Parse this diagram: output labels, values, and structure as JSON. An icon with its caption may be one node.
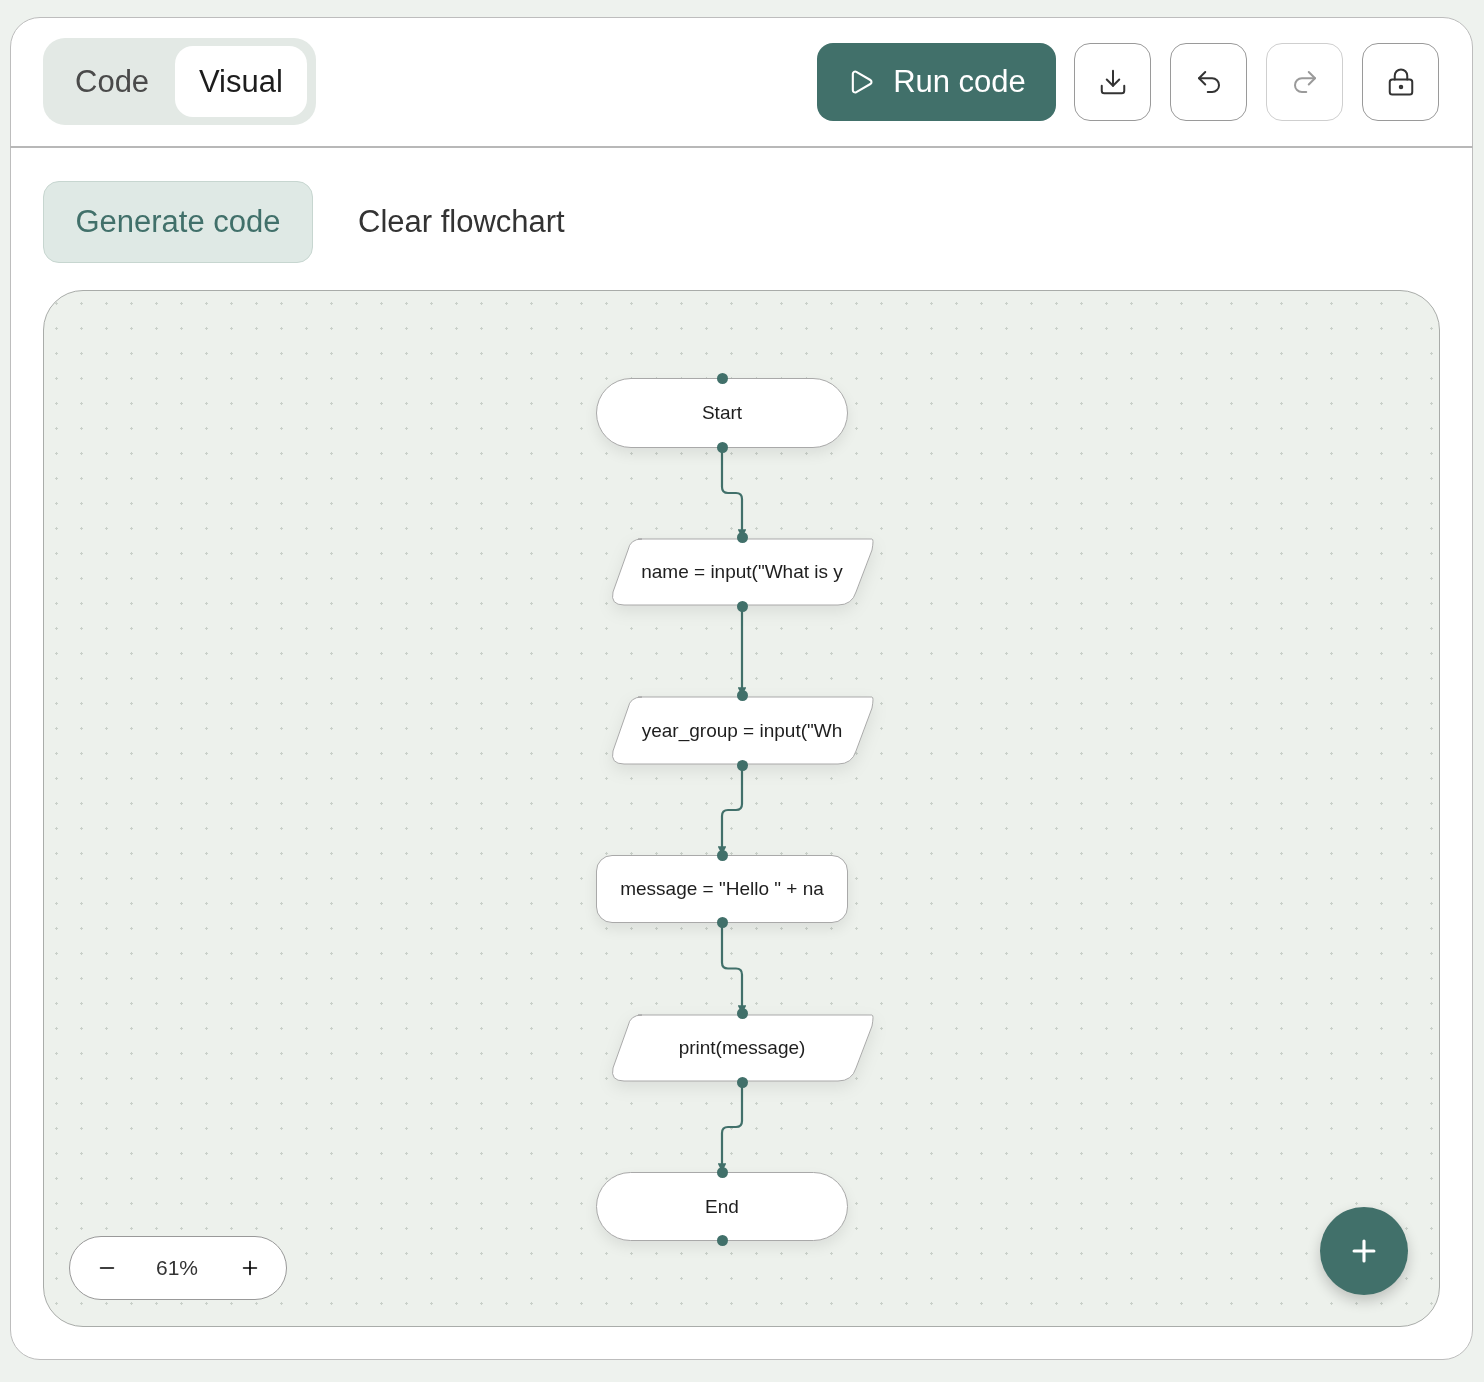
{
  "diagram": {
    "nodes": [
      {
        "text": [
          "Start"
        ]
      },
      {
        "text": [
          "name = input(\"What is y"
        ]
      },
      {
        "text": [
          "year_group = input(\"Wh"
        ]
      },
      {
        "text": [
          "message = \"Hello \" + na"
        ]
      },
      {
        "text": [
          "print(message)"
        ]
      },
      {
        "text": [
          "End"
        ]
      }
    ],
    "edges": [
      {
        "from": 0,
        "to": 1,
        "arrow": "to"
      },
      {
        "from": 1,
        "to": 2,
        "arrow": "to"
      },
      {
        "from": 2,
        "to": 3,
        "arrow": "to"
      },
      {
        "from": 3,
        "to": 4,
        "arrow": "to"
      },
      {
        "from": 4,
        "to": 5,
        "arrow": "to"
      }
    ],
    "labels": [
      "Code",
      "Visual",
      "Run code",
      "Generate code",
      "Clear flowchart",
      "61%"
    ]
  }
}
